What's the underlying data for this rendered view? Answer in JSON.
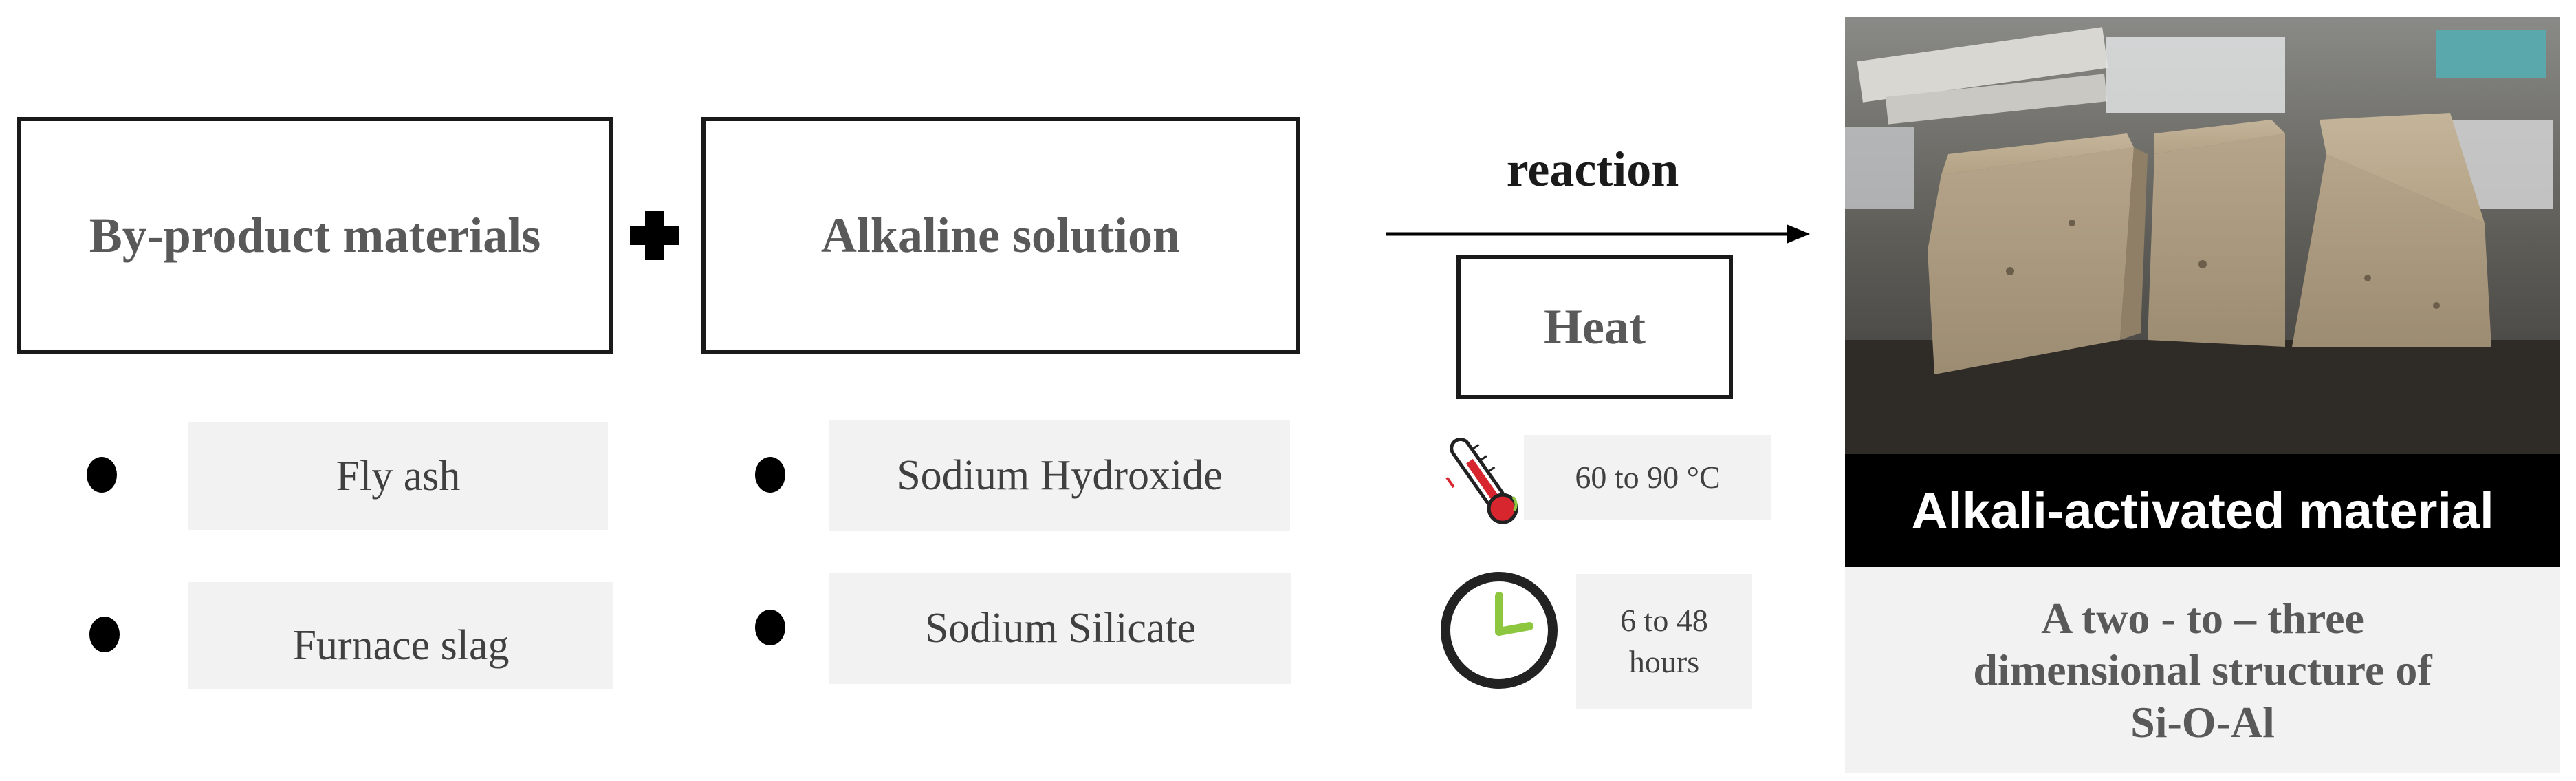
{
  "inputs": {
    "byproduct": {
      "title": "By-product materials",
      "items": [
        "Fly ash",
        "Furnace slag"
      ]
    },
    "alkaline": {
      "title": "Alkaline solution",
      "items": [
        "Sodium Hydroxide",
        "Sodium Silicate"
      ]
    }
  },
  "reaction": {
    "label": "reaction",
    "condition": "Heat",
    "temperature": "60 to 90 °C",
    "duration": "6 to 48\nhours"
  },
  "output": {
    "caption": "Alkali-activated material",
    "structure": "A two - to – three\ndimensional structure of\nSi-O-Al"
  },
  "icons": {
    "plus": "plus-icon",
    "thermometer": "thermometer-icon",
    "clock": "clock-icon",
    "arrow": "arrow-right-icon",
    "photo": "alkali-activated-blocks-photo"
  },
  "colors": {
    "clock_hands": "#8dc63f",
    "thermometer_red": "#d7262e"
  }
}
